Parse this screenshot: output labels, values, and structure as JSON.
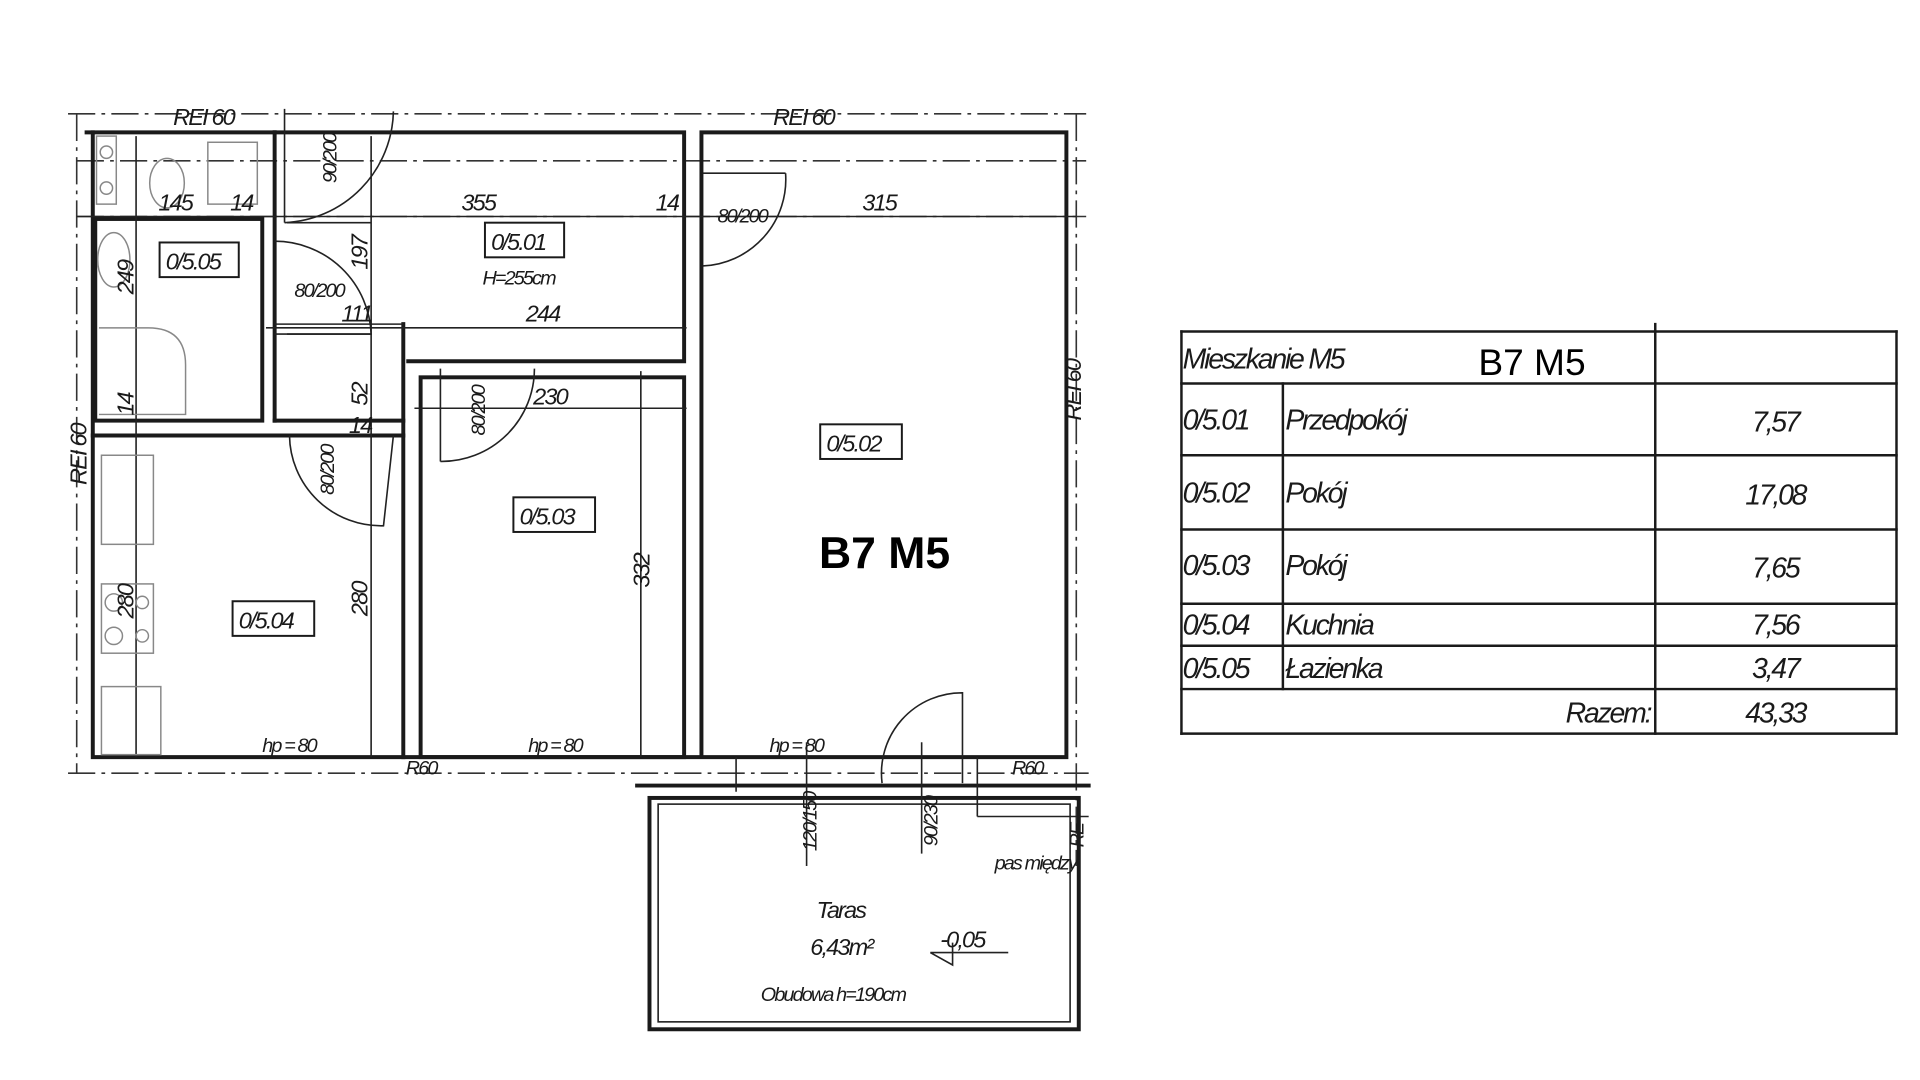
{
  "title": "B7 M5",
  "plan": {
    "rei_top_left": "REI 60",
    "rei_top_right": "REI 60",
    "rei_right": "REI 60",
    "rei_left": "REI 60",
    "rooms": {
      "r01": {
        "code": "0/5.01",
        "height": "H=255cm"
      },
      "r02": {
        "code": "0/5.02"
      },
      "r03": {
        "code": "0/5.03"
      },
      "r04": {
        "code": "0/5.04"
      },
      "r05": {
        "code": "0/5.05"
      }
    },
    "dims": {
      "d145": "145",
      "d14a": "14",
      "d355": "355",
      "d14b": "14",
      "d315": "315",
      "d197": "197",
      "d249": "249",
      "d111": "111",
      "d244": "244",
      "d52": "52",
      "d14c": "14",
      "d230": "230",
      "d332": "332",
      "d280a": "280",
      "d280b": "280",
      "d14d": "14"
    },
    "doors": {
      "door1": "90/200",
      "door2": "80/200",
      "door3": "80/200",
      "door4": "80/200",
      "door5": "80/200"
    },
    "hp": [
      "hp = 80",
      "hp = 80",
      "hp = 80"
    ],
    "r60": [
      "R60",
      "R60"
    ],
    "terrace": {
      "name": "Taras",
      "area": "6,43m²",
      "level": "-0,05",
      "enclosure": "Obudowa h=190cm",
      "window_dim": "120/150",
      "door_dim": "90/230",
      "note": "pas między",
      "rei_partial": "RE"
    }
  },
  "table": {
    "header": "Mieszkanie M5",
    "label": "B7 M5",
    "rows": [
      {
        "code": "0/5.01",
        "name": "Przedpokój",
        "area": "7,57"
      },
      {
        "code": "0/5.02",
        "name": "Pokój",
        "area": "17,08"
      },
      {
        "code": "0/5.03",
        "name": "Pokój",
        "area": "7,65"
      },
      {
        "code": "0/5.04",
        "name": "Kuchnia",
        "area": "7,56"
      },
      {
        "code": "0/5.05",
        "name": "Łazienka",
        "area": "3,47"
      }
    ],
    "total_label": "Razem:",
    "total_value": "43,33"
  }
}
